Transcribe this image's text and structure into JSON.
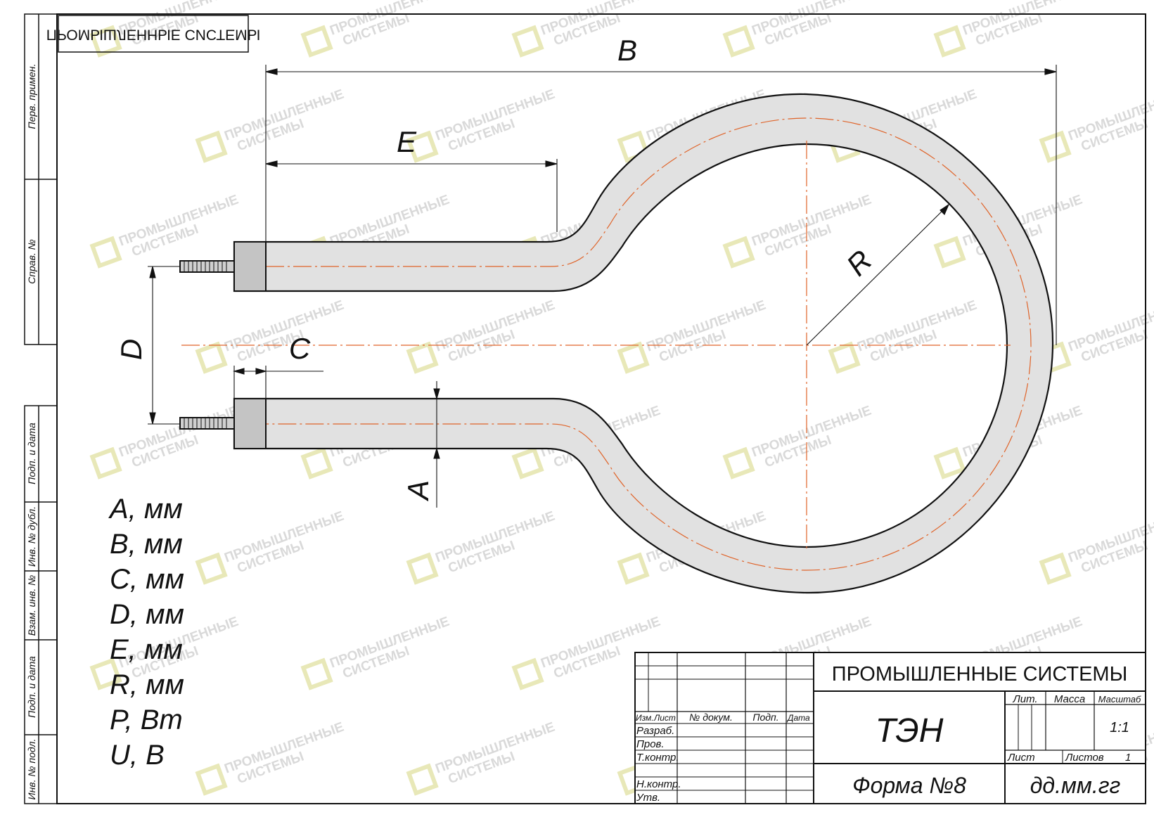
{
  "watermark": {
    "line1": "ПРОМЫШЛЕННЫЕ",
    "line2": "СИСТЕМЫ"
  },
  "corner_stamp": "ПРОМЫШЛЕННЫЕ СИСТЕМЫ",
  "side_labels": {
    "top": [
      "Перв. примен.",
      "Справ. №"
    ],
    "bottom": [
      "Подп. и дата",
      "Инв. № дубл.",
      "Взам. инв. №",
      "Подп. и дата",
      "Инв. № подл."
    ]
  },
  "dimensions": {
    "A": "A",
    "B": "B",
    "C": "C",
    "D": "D",
    "E": "E",
    "R": "R"
  },
  "parameters": [
    "A, мм",
    "B, мм",
    "C, мм",
    "D, мм",
    "E, мм",
    "R, мм",
    "P, Вт",
    "U, В"
  ],
  "title_block": {
    "company": "ПРОМЫШЛЕННЫЕ СИСТЕМЫ",
    "product": "ТЭН",
    "form": "Форма №8",
    "code": "дд.мм.гг",
    "col_headers": [
      "Изм.",
      "Лист",
      "№ докум.",
      "Подп.",
      "Дата"
    ],
    "rows": [
      "Разраб.",
      "Пров.",
      "Т.контр.",
      "Н.контр.",
      "Утв."
    ],
    "lit_label": "Лит.",
    "mass_label": "Масса",
    "scale_label": "Масштаб",
    "scale_value": "1:1",
    "sheet_label": "Лист",
    "sheets_label": "Листов",
    "sheets_value": "1"
  },
  "colors": {
    "line": "#111111",
    "tube_fill": "#e1e1e1",
    "terminal_fill": "#c4c4c4",
    "axis": "#e0642a"
  }
}
